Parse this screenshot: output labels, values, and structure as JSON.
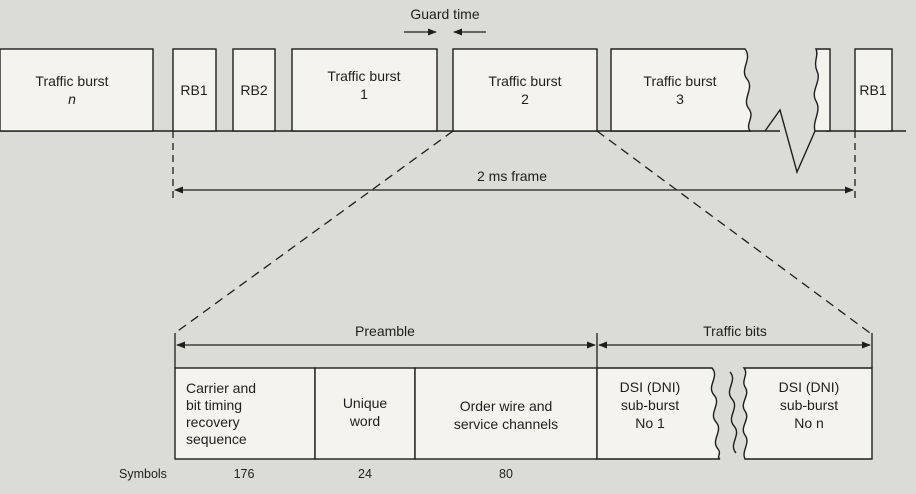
{
  "frame": {
    "bursts": {
      "traffic_n": {
        "line1": "Traffic burst",
        "line2": "n"
      },
      "rb1": "RB1",
      "rb2": "RB2",
      "traffic_1": {
        "line1": "Traffic burst",
        "line2": "1"
      },
      "traffic_2": {
        "line1": "Traffic burst",
        "line2": "2"
      },
      "traffic_3": {
        "line1": "Traffic burst",
        "line2": "3"
      },
      "rb1_end": "RB1"
    },
    "guard_time": "Guard time",
    "frame_length": "2 ms frame"
  },
  "burst_detail": {
    "preamble_label": "Preamble",
    "traffic_bits_label": "Traffic bits",
    "fields": {
      "carrier": {
        "line1": "Carrier and",
        "line2": "bit timing",
        "line3": "recovery",
        "line4": "sequence"
      },
      "unique_word": {
        "line1": "Unique",
        "line2": "word"
      },
      "order_wire": {
        "line1": "Order wire and",
        "line2": "service channels"
      },
      "dsi_1": {
        "line1": "DSI (DNI)",
        "line2": "sub-burst",
        "line3": "No 1"
      },
      "dsi_n": {
        "line1": "DSI (DNI)",
        "line2": "sub-burst",
        "line3": "No n"
      }
    },
    "symbols_label": "Symbols",
    "symbols": {
      "carrier": "176",
      "unique_word": "24",
      "order_wire": "80"
    }
  },
  "colors": {
    "ink": "#1e1e1e",
    "box_fill": "#f4f3ee",
    "background": "#dcdcd6"
  }
}
